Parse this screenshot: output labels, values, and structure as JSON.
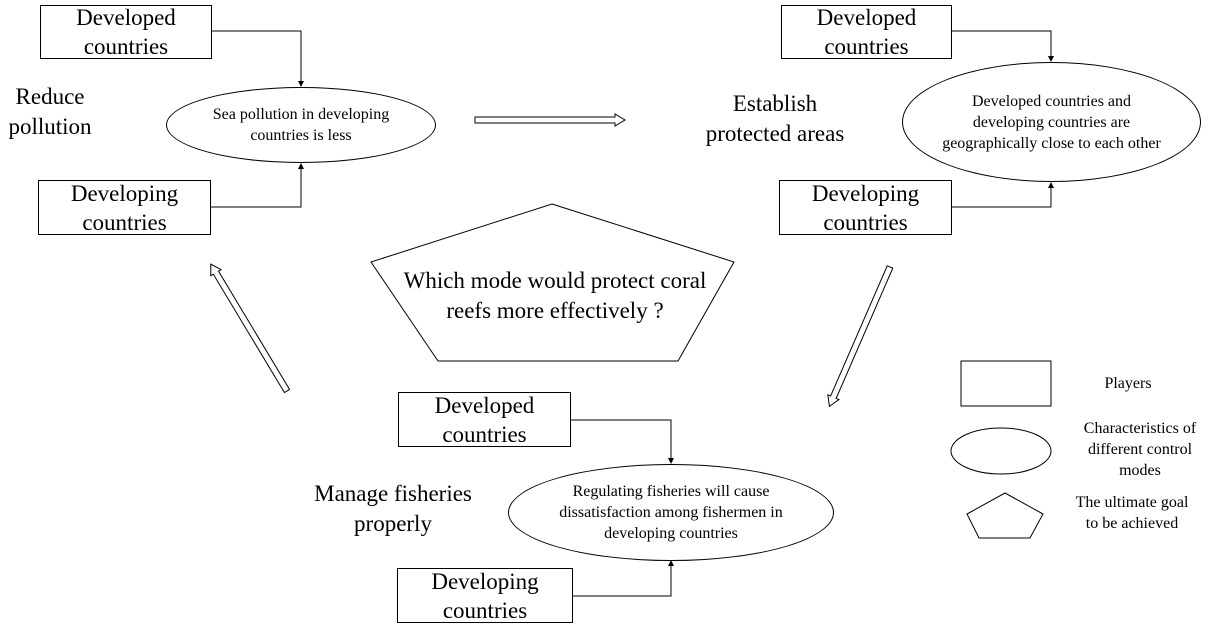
{
  "modes": [
    {
      "label_lines": [
        "Reduce",
        "pollution"
      ],
      "developed_lines": [
        "Developed",
        "countries"
      ],
      "characteristic": "Sea pollution in developing countries is less",
      "developing_lines": [
        "Developing",
        "countries"
      ]
    },
    {
      "label_lines": [
        "Establish",
        "protected areas"
      ],
      "developed_lines": [
        "Developed",
        "countries"
      ],
      "characteristic": "Developed countries and developing countries are geographically close to each other",
      "developing_lines": [
        "Developing",
        "countries"
      ]
    },
    {
      "label_lines": [
        "Manage fisheries",
        "properly"
      ],
      "developed_lines": [
        "Developed",
        "countries"
      ],
      "characteristic": "Regulating fisheries will cause dissatisfaction among fishermen in developing countries",
      "developing_lines": [
        "Developing",
        "countries"
      ]
    }
  ],
  "goal_lines": [
    "Which mode would protect coral",
    "reefs more effectively ?"
  ],
  "legend": {
    "players": "Players",
    "characteristics_lines": [
      "Characteristics of",
      "different control",
      "modes"
    ],
    "goal_lines": [
      "The ultimate goal",
      "to be achieved"
    ]
  }
}
